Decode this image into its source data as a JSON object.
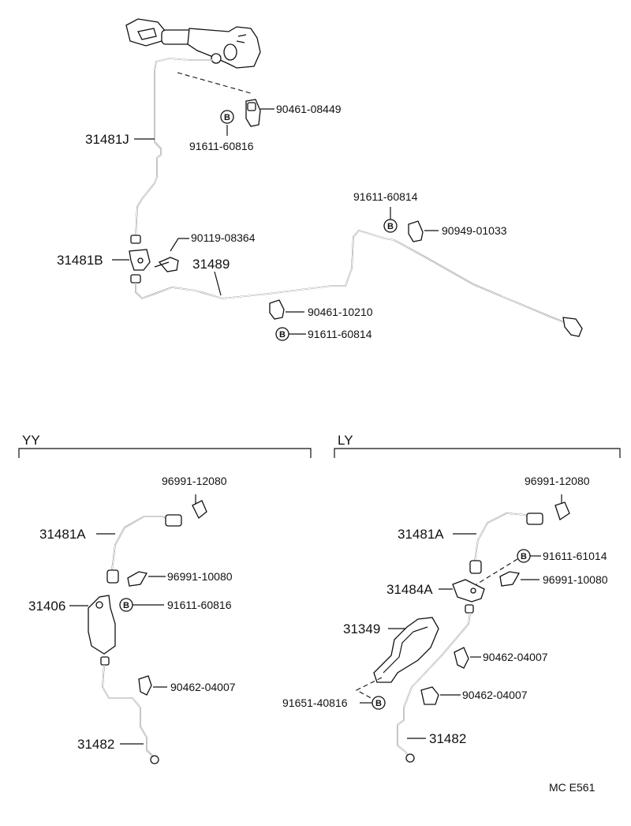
{
  "diagram": {
    "bolt_badge_letter": "B",
    "top_labels": {
      "p_90461_08449": "90461-08449",
      "p_91611_60816_top": "91611-60816",
      "p_31481J": "31481J",
      "p_91611_60814_a": "91611-60814",
      "p_90949_01033": "90949-01033",
      "p_90119_08364": "90119-08364",
      "p_31481B": "31481B",
      "p_31489": "31489",
      "p_90461_10210": "90461-10210",
      "p_91611_60814_b": "91611-60814"
    },
    "sections": {
      "yy": {
        "title": "YY",
        "labels": {
          "p_96991_12080": "96991-12080",
          "p_31481A": "31481A",
          "p_96991_10080": "96991-10080",
          "p_31406": "31406",
          "p_91611_60816": "91611-60816",
          "p_90462_04007": "90462-04007",
          "p_31482": "31482"
        }
      },
      "ly": {
        "title": "LY",
        "labels": {
          "p_96991_12080": "96991-12080",
          "p_31481A": "31481A",
          "p_91611_61014": "91611-61014",
          "p_31484A": "31484A",
          "p_96991_10080": "96991-10080",
          "p_31349": "31349",
          "p_90462_04007_a": "90462-04007",
          "p_90462_04007_b": "90462-04007",
          "p_91651_40816": "91651-40816",
          "p_31482": "31482"
        }
      }
    },
    "footer_code": "MC  E561"
  }
}
